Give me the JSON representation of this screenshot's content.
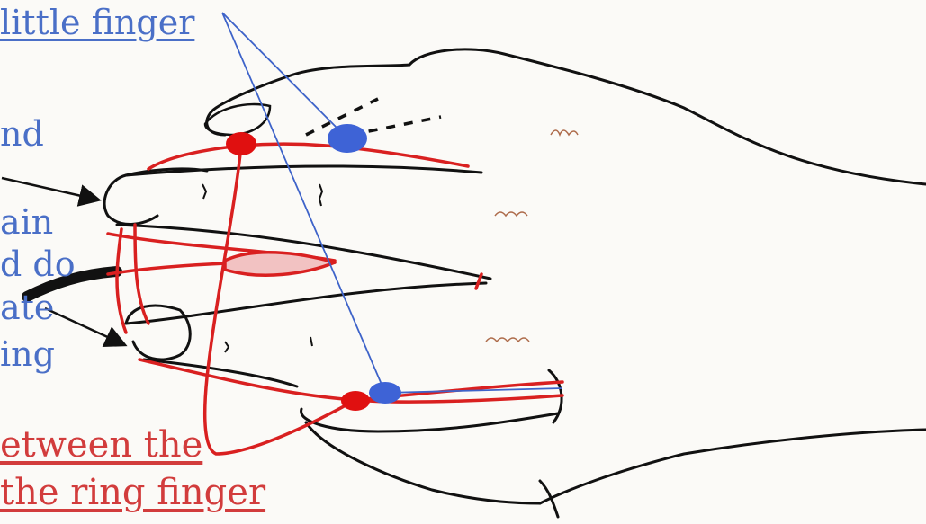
{
  "labels": {
    "little_finger": "little finger",
    "frag_nd": "nd",
    "frag_ain": "ain",
    "frag_d_do": "d do",
    "frag_ate": "ate",
    "frag_ing": "ing",
    "between_the": "etween the",
    "the_ring_finger": "the ring finger"
  },
  "colors": {
    "ink": "#111111",
    "red": "#d92020",
    "blue": "#4a6fc7",
    "paper": "#fbfaf7",
    "pencil": "#a0522d"
  }
}
